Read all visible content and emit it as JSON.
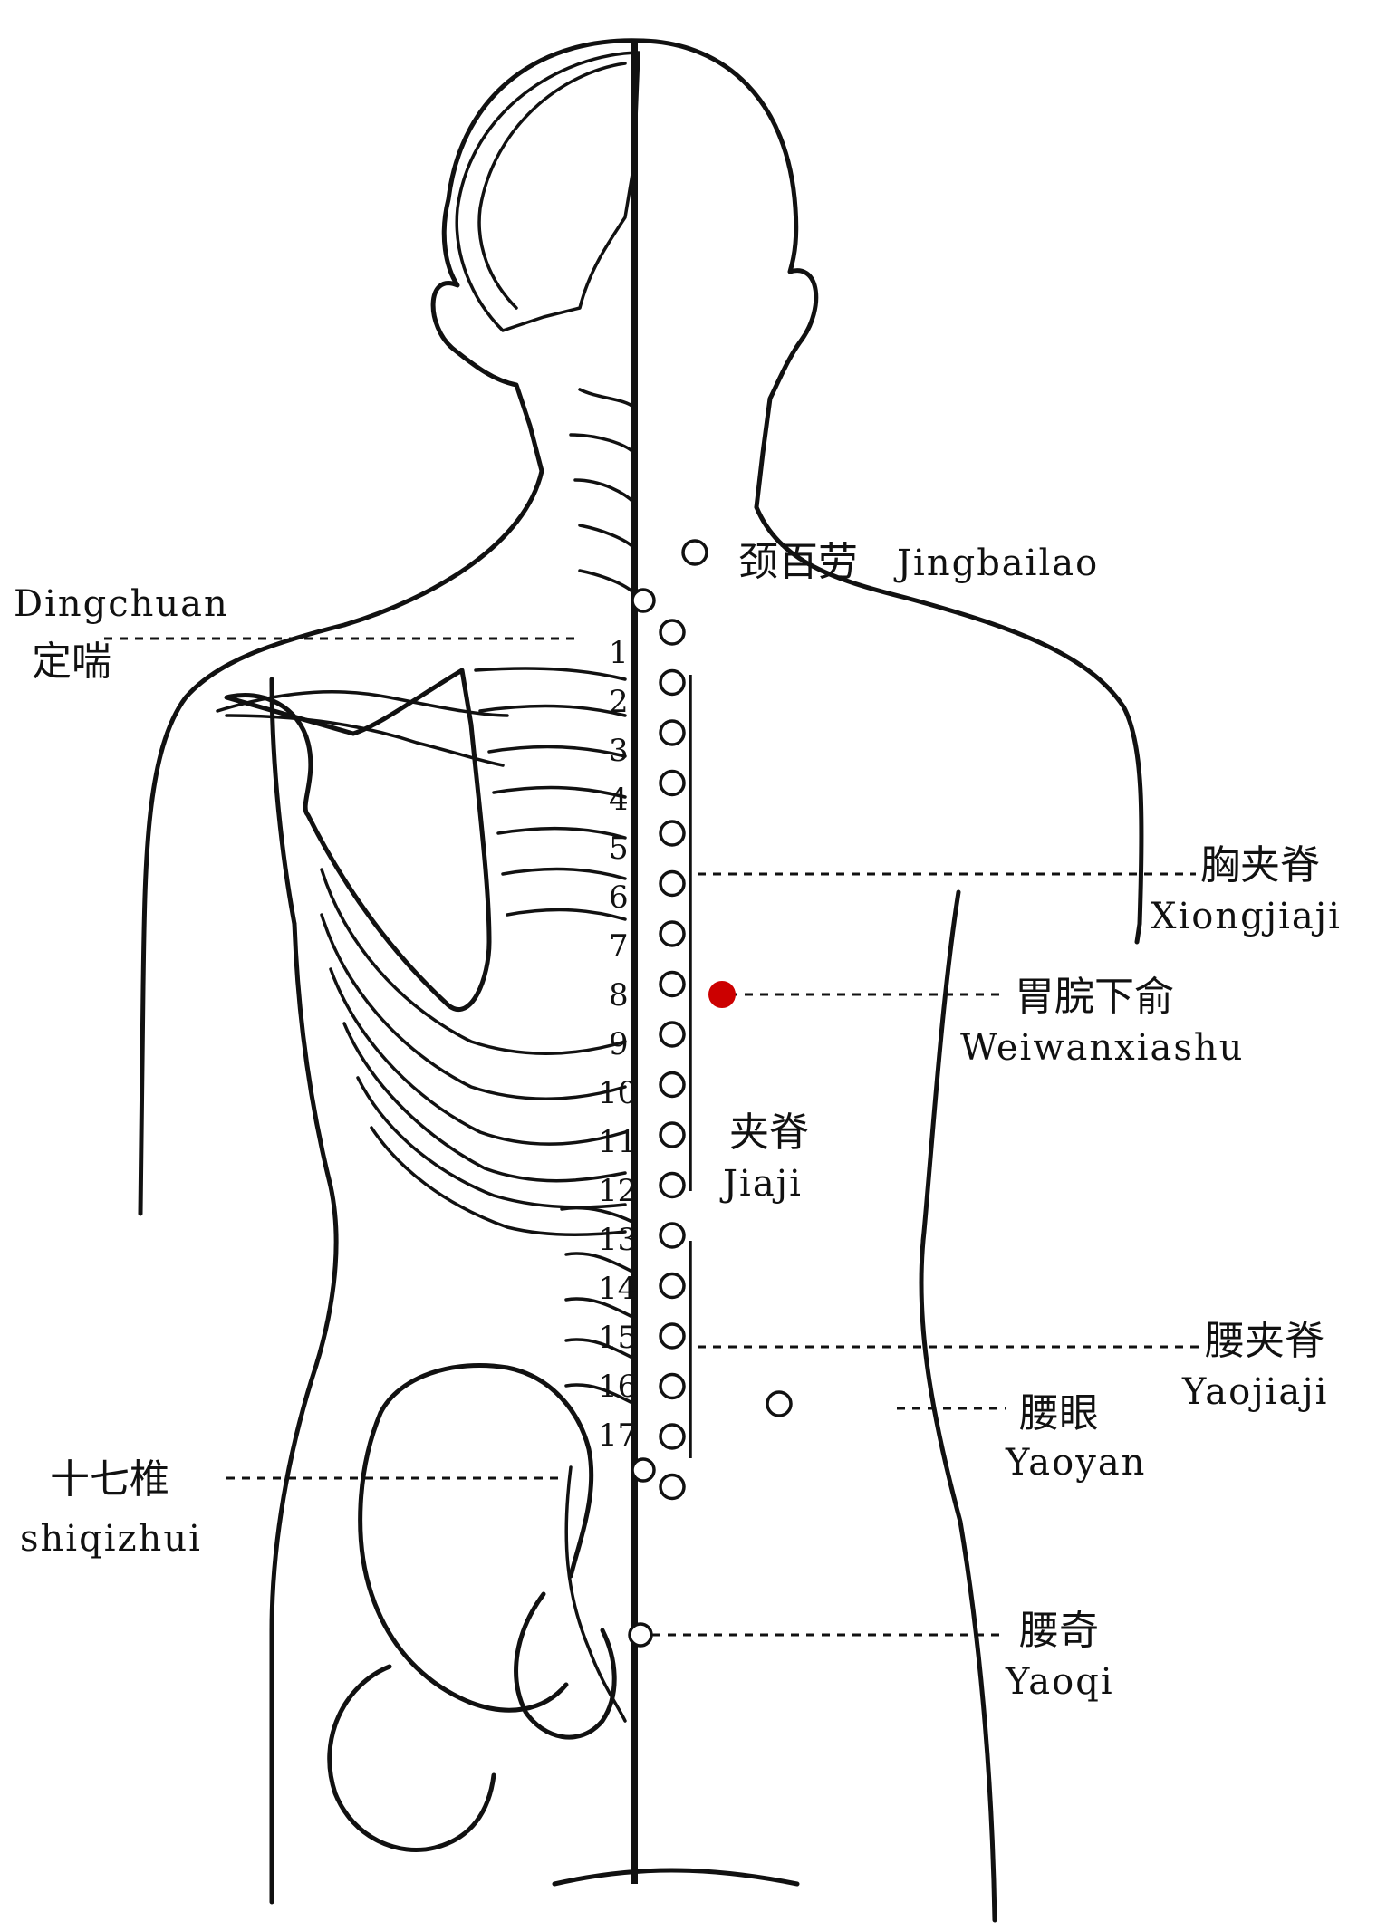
{
  "diagram": {
    "accent_color": "#cc0000",
    "labels": {
      "jingbailao": {
        "cn": "颈百劳",
        "en": "Jingbailao"
      },
      "dingchuan": {
        "cn": "定喘",
        "en": "Dingchuan"
      },
      "xiongjiaji": {
        "cn": "胸夹脊",
        "en": "Xiongjiaji"
      },
      "weiwanxiashu": {
        "cn": "胃脘下俞",
        "en": "Weiwanxiashu"
      },
      "jiaji": {
        "cn": "夹脊",
        "en": "Jiaji"
      },
      "yaojiaji": {
        "cn": "腰夹脊",
        "en": "Yaojiaji"
      },
      "yaoyan": {
        "cn": "腰眼",
        "en": "Yaoyan"
      },
      "shiqizhui": {
        "cn": "十七椎",
        "en": "shiqizhui"
      },
      "yaoqi": {
        "cn": "腰奇",
        "en": "Yaoqi"
      }
    },
    "vertebra_numbers": [
      "1",
      "2",
      "3",
      "4",
      "5",
      "6",
      "7",
      "8",
      "9",
      "10",
      "11",
      "12",
      "13",
      "14",
      "15",
      "16",
      "17"
    ]
  }
}
